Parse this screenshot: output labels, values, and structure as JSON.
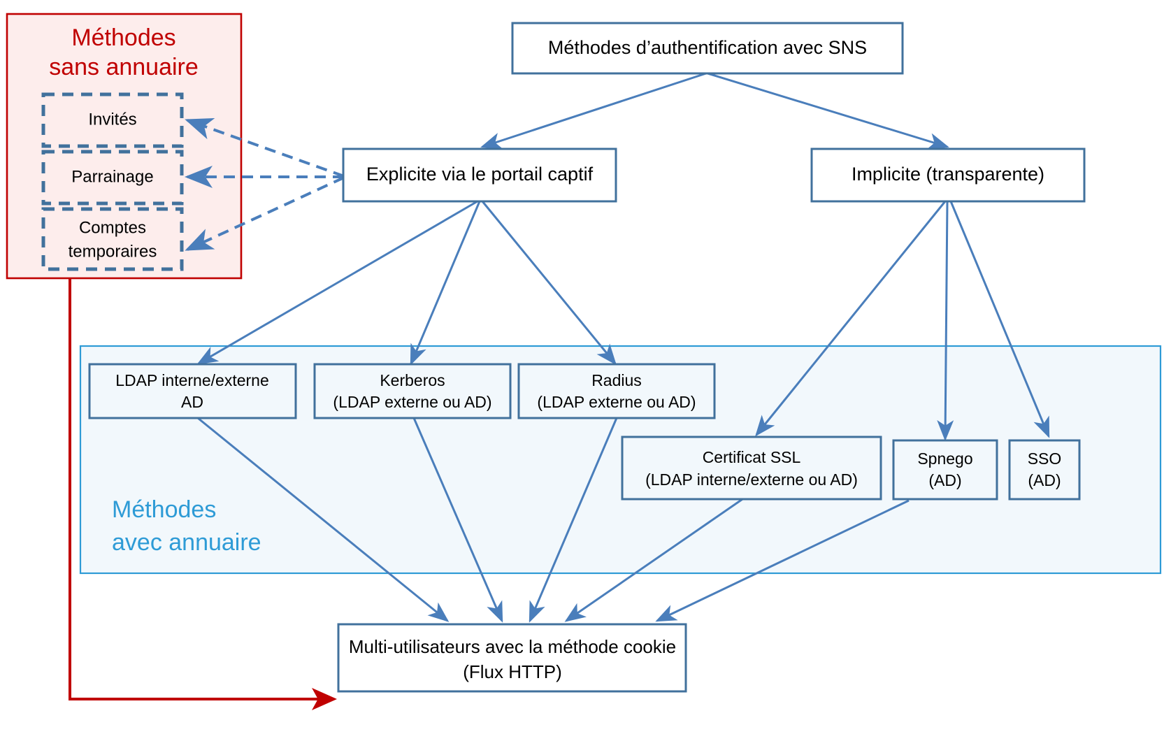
{
  "diagram": {
    "title_box": {
      "label": "Méthodes d’authentification avec SNS"
    },
    "branches": [
      {
        "id": "explicite",
        "label": "Explicite via le portail captif"
      },
      {
        "id": "implicite",
        "label": "Implicite (transparente)"
      }
    ],
    "panel_red": {
      "title_line1": "Méthodes",
      "title_line2": "sans annuaire",
      "color": "#C00000",
      "fill": "#FDEDEC",
      "items": [
        {
          "id": "invites",
          "label": "Invités"
        },
        {
          "id": "parrainage",
          "label": "Parrainage"
        },
        {
          "id": "comptes-temporaires-l1",
          "label": "Comptes",
          "label2": "temporaires"
        }
      ]
    },
    "panel_blue": {
      "title_line1": "Méthodes",
      "title_line2": "avec annuaire",
      "color": "#2E9BD6",
      "text_color": "#2E9BD6",
      "fill": "#F2F8FC",
      "items": [
        {
          "id": "ldap",
          "line1": "LDAP interne/externe",
          "line2": "AD"
        },
        {
          "id": "kerberos",
          "line1": "Kerberos",
          "line2": "(LDAP externe ou AD)"
        },
        {
          "id": "radius",
          "line1": "Radius",
          "line2": "(LDAP externe ou AD)"
        },
        {
          "id": "certificat-ssl",
          "line1": "Certificat SSL",
          "line2": "(LDAP interne/externe ou AD)"
        },
        {
          "id": "spnego",
          "line1": "Spnego",
          "line2": "(AD)"
        },
        {
          "id": "sso",
          "line1": "SSO",
          "line2": "(AD)"
        }
      ]
    },
    "bottom_box": {
      "line1": "Multi-utilisateurs avec la méthode cookie",
      "line2": "(Flux HTTP)"
    },
    "colors": {
      "box_stroke": "#41719C",
      "arrow_blue": "#4A7EBB",
      "arrow_red": "#C00000",
      "dashed_blue": "#4A7EBB",
      "text_blue": "#2E9BD6"
    }
  }
}
